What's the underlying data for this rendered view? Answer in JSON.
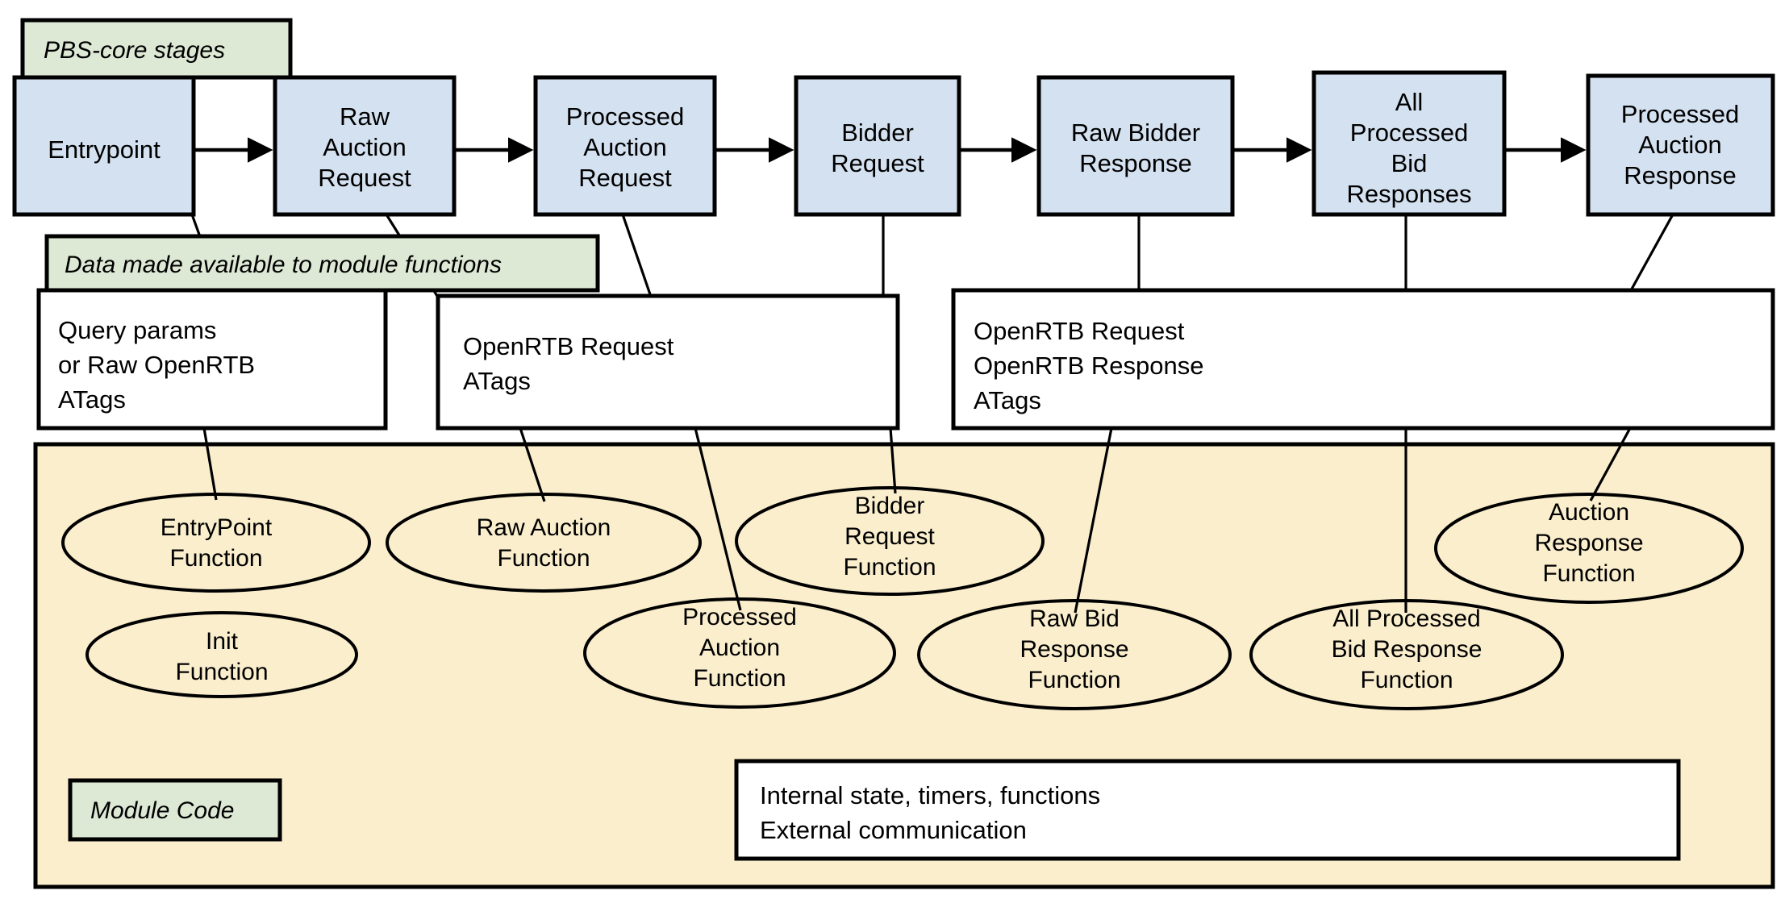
{
  "legends": {
    "pbs_core_stages": "PBS-core stages",
    "data_available": "Data made available to module functions",
    "module_code": "Module Code"
  },
  "stages": [
    {
      "id": "entrypoint",
      "lines": [
        "Entrypoint"
      ]
    },
    {
      "id": "raw-auction-request",
      "lines": [
        "Raw",
        "Auction",
        "Request"
      ]
    },
    {
      "id": "processed-auction-request",
      "lines": [
        "Processed",
        "Auction",
        "Request"
      ]
    },
    {
      "id": "bidder-request",
      "lines": [
        "Bidder",
        "Request"
      ]
    },
    {
      "id": "raw-bidder-response",
      "lines": [
        "Raw Bidder",
        "Response"
      ]
    },
    {
      "id": "all-processed-bid-responses",
      "lines": [
        "All",
        "Processed",
        "Bid",
        "Responses"
      ]
    },
    {
      "id": "processed-auction-response",
      "lines": [
        "Processed",
        "Auction",
        "Response"
      ]
    }
  ],
  "data_boxes": [
    {
      "id": "data-box-query-params",
      "lines": [
        "Query params",
        "   or Raw OpenRTB",
        "ATags"
      ]
    },
    {
      "id": "data-box-openrtb-request",
      "lines": [
        "OpenRTB Request",
        "ATags"
      ]
    },
    {
      "id": "data-box-openrtb-request-response",
      "lines": [
        "OpenRTB Request",
        "OpenRTB Response",
        "ATags"
      ]
    }
  ],
  "functions": [
    {
      "id": "entrypoint-function",
      "lines": [
        "EntryPoint",
        "Function"
      ]
    },
    {
      "id": "init-function",
      "lines": [
        "Init",
        "Function"
      ]
    },
    {
      "id": "raw-auction-function",
      "lines": [
        "Raw Auction",
        "Function"
      ]
    },
    {
      "id": "processed-auction-function",
      "lines": [
        "Processed",
        "Auction",
        "Function"
      ]
    },
    {
      "id": "bidder-request-function",
      "lines": [
        "Bidder",
        "Request",
        "Function"
      ]
    },
    {
      "id": "raw-bid-response-function",
      "lines": [
        "Raw Bid",
        "Response",
        "Function"
      ]
    },
    {
      "id": "all-processed-bid-response-function",
      "lines": [
        "All Processed",
        "Bid Response",
        "Function"
      ]
    },
    {
      "id": "auction-response-function",
      "lines": [
        "Auction",
        "Response",
        "Function"
      ]
    }
  ],
  "internal_box": {
    "id": "internal-state-box",
    "lines": [
      "Internal state, timers, functions",
      "External communication"
    ]
  },
  "colors": {
    "stage_fill": "#d4e1f0",
    "legend_fill": "#dde8d5",
    "module_fill": "#faeecd",
    "data_fill": "#ffffff",
    "stroke": "#000000"
  }
}
